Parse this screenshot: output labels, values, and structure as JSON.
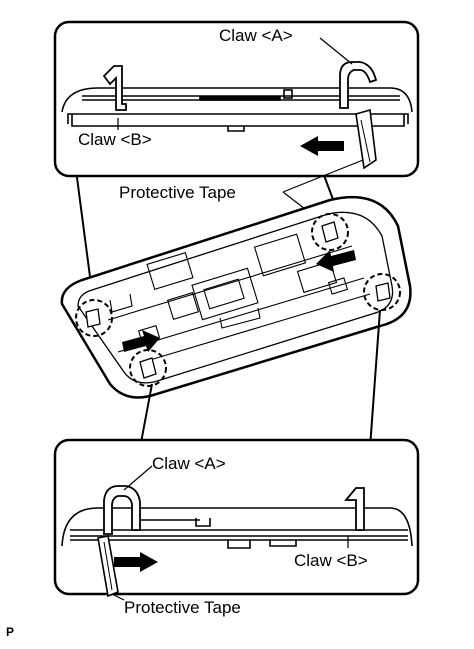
{
  "labels": {
    "top_claw_a": "Claw <A>",
    "top_claw_b": "Claw <B>",
    "protective_tape_top": "Protective Tape",
    "bottom_claw_a": "Claw <A>",
    "bottom_claw_b": "Claw <B>",
    "protective_tape_bottom": "Protective Tape",
    "page_ref": "P"
  },
  "icons": {
    "arrow": "filled-arrow-icon",
    "claw_highlight": "dashed-circle-icon"
  },
  "colors": {
    "line": "#000000",
    "background": "#ffffff"
  }
}
